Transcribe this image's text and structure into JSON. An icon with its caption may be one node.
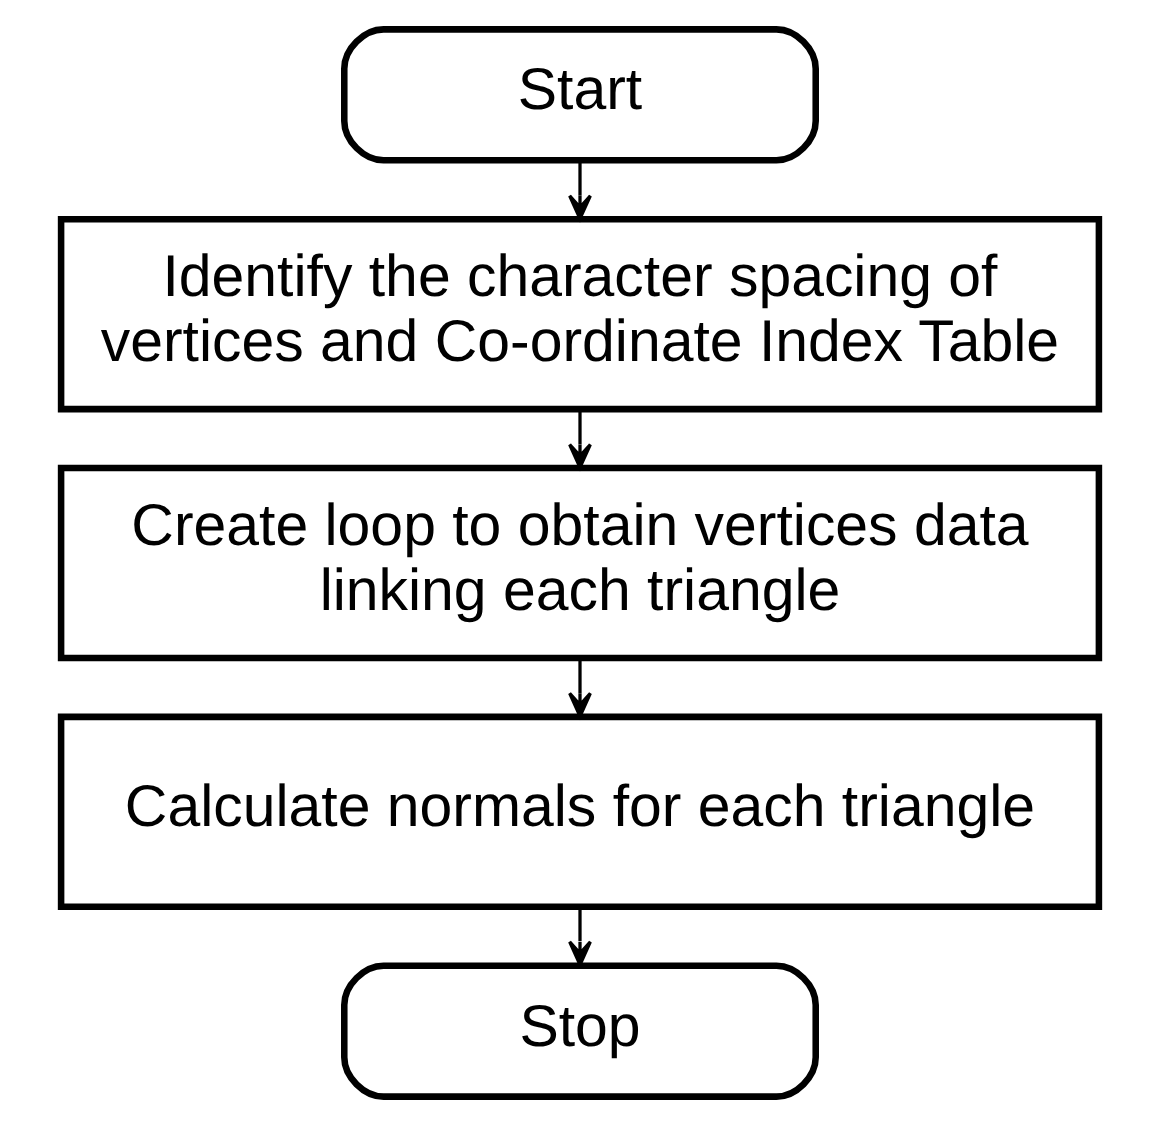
{
  "diagram": {
    "nodes": [
      {
        "text": [
          "Start"
        ]
      },
      {
        "text": [
          "Identify the character spacing of vertices and Co-ordinate Index Table"
        ]
      },
      {
        "text": [
          "Create loop to obtain vertices data linking each triangle"
        ]
      },
      {
        "text": [
          "Calculate normals for each triangle"
        ]
      },
      {
        "text": [
          "Stop"
        ]
      }
    ],
    "edges": [
      {
        "from": 0,
        "to": 1,
        "arrow": "to"
      },
      {
        "from": 1,
        "to": 2,
        "arrow": "to"
      },
      {
        "from": 2,
        "to": 3,
        "arrow": "to"
      },
      {
        "from": 3,
        "to": 4,
        "arrow": "to"
      }
    ]
  }
}
